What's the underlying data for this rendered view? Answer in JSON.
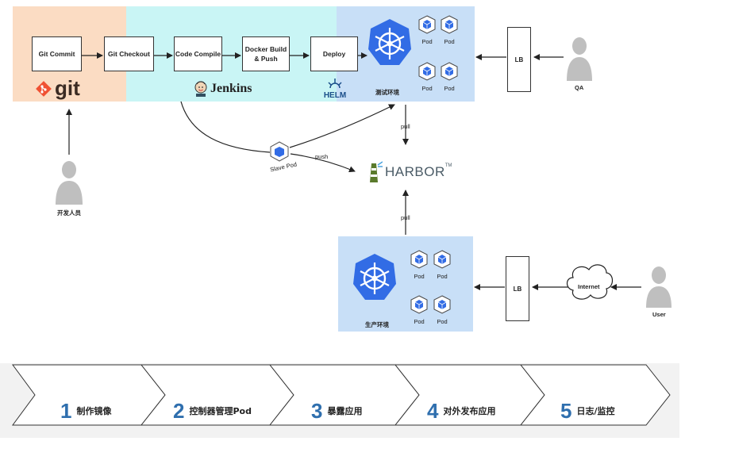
{
  "pipeline": {
    "git_commit": "Git Commit",
    "git_checkout": "Git Checkout",
    "code_compile": "Code Compile",
    "docker_build_line1": "Docker Build",
    "docker_build_line2": "& Push",
    "deploy": "Deploy"
  },
  "logos": {
    "git": "git",
    "jenkins": "Jenkins",
    "helm": "HELM",
    "harbor": "HARBOR",
    "harbor_tm": "TM"
  },
  "test_env": {
    "label": "测试环境",
    "pods": [
      "Pod",
      "Pod",
      "Pod",
      "Pod"
    ]
  },
  "prod_env": {
    "label": "生产环境",
    "pods": [
      "Pod",
      "Pod",
      "Pod",
      "Pod"
    ]
  },
  "lb_top": "LB",
  "lb_bottom": "LB",
  "qa": "QA",
  "user": "User",
  "developer": "开发人员",
  "internet": "Internet",
  "slave_pod": "Slave Pod",
  "edge_labels": {
    "push": "push",
    "pull_top": "pull",
    "pull_bottom": "pull"
  },
  "steps": [
    {
      "num": "1",
      "label": "制作镜像"
    },
    {
      "num": "2",
      "label": "控制器管理Pod"
    },
    {
      "num": "3",
      "label": "暴露应用"
    },
    {
      "num": "4",
      "label": "对外发布应用"
    },
    {
      "num": "5",
      "label": "日志/监控"
    }
  ],
  "colors": {
    "git_band": "#fbdcc3",
    "jenkins_band": "#c9f5f5",
    "k8s_band": "#c8dff7",
    "k8s_blue": "#326ce5",
    "step_number": "#2f6fae",
    "git_orange": "#f05133"
  }
}
